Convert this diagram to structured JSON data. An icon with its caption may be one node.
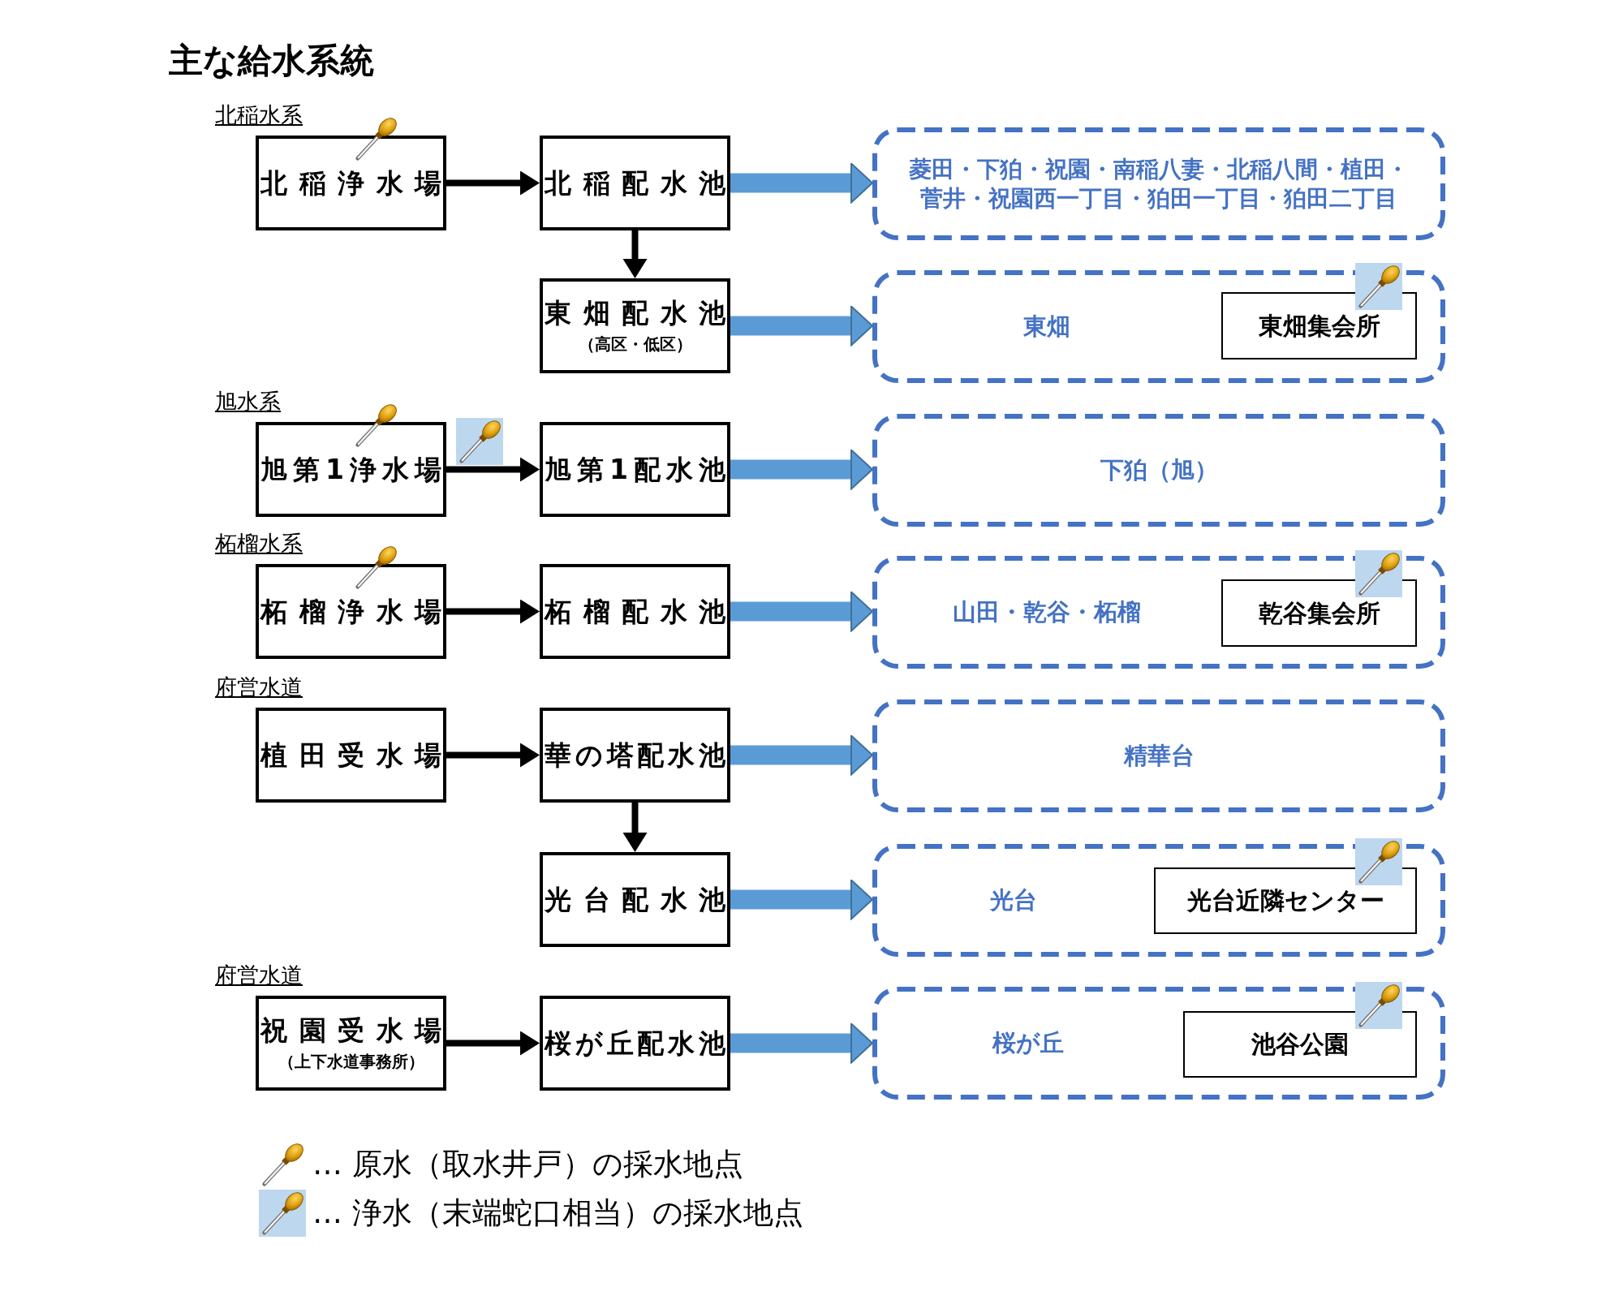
{
  "diagram": {
    "title": "主な給水系統",
    "nodes": [
      {
        "text": [
          "北稲浄水場"
        ],
        "beside": [
          "北稲水系"
        ]
      },
      {
        "text": [
          "北稲配水池"
        ]
      },
      {
        "text": [
          "菱田・下狛・祝園・南稲八妻・北稲八間・植田・菅井・祝園西一丁目・狛田一丁目・狛田二丁目"
        ]
      },
      {
        "text": [
          "東畑配水池",
          "（高区・低区）"
        ]
      },
      {
        "text": [
          "東畑"
        ]
      },
      {
        "text": [
          "東畑集会所"
        ],
        "in": 4
      },
      {
        "text": [
          "旭第1浄水場"
        ],
        "beside": [
          "旭水系"
        ]
      },
      {
        "text": [
          "旭第1配水池"
        ]
      },
      {
        "text": [
          "下狛（旭）"
        ]
      },
      {
        "text": [
          "柘榴浄水場"
        ],
        "beside": [
          "柘榴水系"
        ]
      },
      {
        "text": [
          "柘榴配水池"
        ]
      },
      {
        "text": [
          "山田・乾谷・柘榴"
        ]
      },
      {
        "text": [
          "乾谷集会所"
        ],
        "in": 11
      },
      {
        "text": [
          "植田受水場"
        ],
        "beside": [
          "府営水道"
        ]
      },
      {
        "text": [
          "華の塔配水池"
        ]
      },
      {
        "text": [
          "精華台"
        ]
      },
      {
        "text": [
          "光台配水池"
        ]
      },
      {
        "text": [
          "光台"
        ]
      },
      {
        "text": [
          "光台近隣センター"
        ],
        "in": 17
      },
      {
        "text": [
          "祝園受水場",
          "（上下水道事務所）"
        ],
        "beside": [
          "府営水道"
        ]
      },
      {
        "text": [
          "桜が丘配水池"
        ]
      },
      {
        "text": [
          "桜が丘"
        ]
      },
      {
        "text": [
          "池谷公園"
        ],
        "in": 21
      }
    ],
    "edges": [
      {
        "from": 0,
        "to": 1,
        "arrow": "to"
      },
      {
        "from": 1,
        "to": 2,
        "arrow": "to",
        "style": "thick",
        "color": "#5b9bd5"
      },
      {
        "from": 1,
        "to": 3,
        "arrow": "to"
      },
      {
        "from": 3,
        "to": 4,
        "arrow": "to",
        "style": "thick",
        "color": "#5b9bd5"
      },
      {
        "from": 6,
        "to": 7,
        "arrow": "to"
      },
      {
        "from": 7,
        "to": 8,
        "arrow": "to",
        "style": "thick",
        "color": "#5b9bd5"
      },
      {
        "from": 9,
        "to": 10,
        "arrow": "to"
      },
      {
        "from": 10,
        "to": 11,
        "arrow": "to",
        "style": "thick",
        "color": "#5b9bd5"
      },
      {
        "from": 13,
        "to": 14,
        "arrow": "to"
      },
      {
        "from": 14,
        "to": 15,
        "arrow": "to",
        "style": "thick",
        "color": "#5b9bd5"
      },
      {
        "from": 14,
        "to": 16,
        "arrow": "to"
      },
      {
        "from": 16,
        "to": 17,
        "arrow": "to",
        "style": "thick",
        "color": "#5b9bd5"
      },
      {
        "from": 19,
        "to": 20,
        "arrow": "to"
      },
      {
        "from": 20,
        "to": 21,
        "arrow": "to",
        "style": "thick",
        "color": "#5b9bd5"
      }
    ],
    "legend": [
      {
        "text": "… 原水（取水井戸）の採水地点"
      },
      {
        "text": "… 浄水（末端蛇口相当）の採水地点"
      }
    ]
  }
}
